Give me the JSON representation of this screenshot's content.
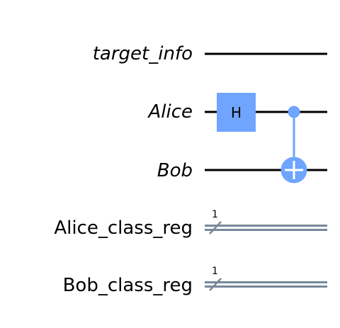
{
  "circuit": {
    "quantum_wires": [
      {
        "label": "target_info"
      },
      {
        "label": "Alice"
      },
      {
        "label": "Bob"
      }
    ],
    "classical_wires": [
      {
        "label": "Alice_class_reg",
        "bit_width": "1"
      },
      {
        "label": "Bob_class_reg",
        "bit_width": "1"
      }
    ],
    "gates": [
      {
        "type": "H",
        "label": "H",
        "wire": "Alice",
        "column": 1
      },
      {
        "type": "CNOT",
        "control": "Alice",
        "target": "Bob",
        "column": 2
      }
    ],
    "colors": {
      "gate_fill": "#6fa4ff",
      "classical_wire": "#778899",
      "quantum_wire": "#000000"
    }
  }
}
